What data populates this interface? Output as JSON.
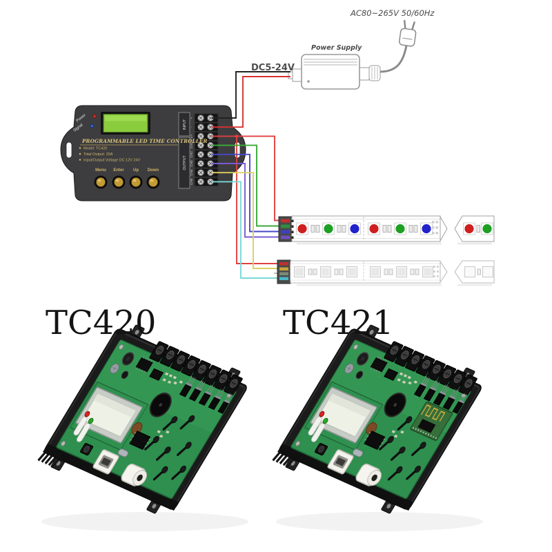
{
  "diagram": {
    "ac_label": "AC80~265V 50/60Hz",
    "power_supply": {
      "label": "Power Supply"
    },
    "dc_label": "DC5-24V",
    "controller": {
      "title": "PROGRAMMABLE LED TIME CONTROLLER",
      "indicator_labels": {
        "power": "Power",
        "signal": "Signal"
      },
      "specs": [
        "Model: TC420",
        "Total Output: 20A",
        "Input/Output Voltage DC 12V 24V"
      ],
      "buttons": [
        "Menu",
        "Enter",
        "Up",
        "Down"
      ],
      "terminals": {
        "input_label": "INPUT",
        "output_label": "OUTPUT",
        "input_pins": [
          "+",
          "-"
        ],
        "output_pins": [
          "V+",
          "CH1",
          "CH2",
          "CH3",
          "CH4",
          "CH5"
        ]
      }
    },
    "wire_colors": {
      "dc_negative": "#222222",
      "dc_positive": "#d83030",
      "v_plus": "#e04040",
      "ch1": "#3aaa3a",
      "ch2": "#4848c8",
      "ch3": "#7a5ad0",
      "ch4": "#ddd060",
      "ch5": "#7ad8d8"
    },
    "led_strip_rgb": {
      "led_colors": [
        "#cf1f1f",
        "#1da023",
        "#2222cc"
      ]
    },
    "led_strip_mono": {
      "outline_color": "#bbbbbb"
    }
  },
  "products": [
    {
      "name": "TC420"
    },
    {
      "name": "TC421"
    }
  ]
}
